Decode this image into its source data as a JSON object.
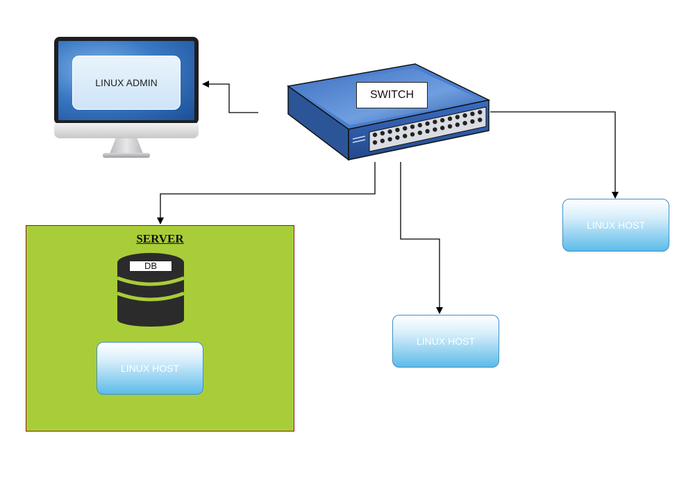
{
  "admin": {
    "label": "LINUX ADMIN",
    "logo_glyph": ""
  },
  "switch": {
    "label": "SWITCH"
  },
  "server": {
    "title": "SERVER",
    "db_label": "DB",
    "host_label": "LINUX HOST"
  },
  "hosts": {
    "middle_label": "LINUX HOST",
    "right_label": "LINUX HOST"
  },
  "colors": {
    "server_fill": "#a9cd38",
    "server_border": "#8b1a1a",
    "host_gradient_end": "#5cbbe9",
    "switch_body": "#2f5fa8",
    "db_body": "#2b2b2b",
    "db_stripe": "#a9cd38",
    "connector": "#000000"
  },
  "icons": [
    "desktop-computer-icon",
    "network-switch-icon",
    "database-icon",
    "apple-logo-icon"
  ]
}
